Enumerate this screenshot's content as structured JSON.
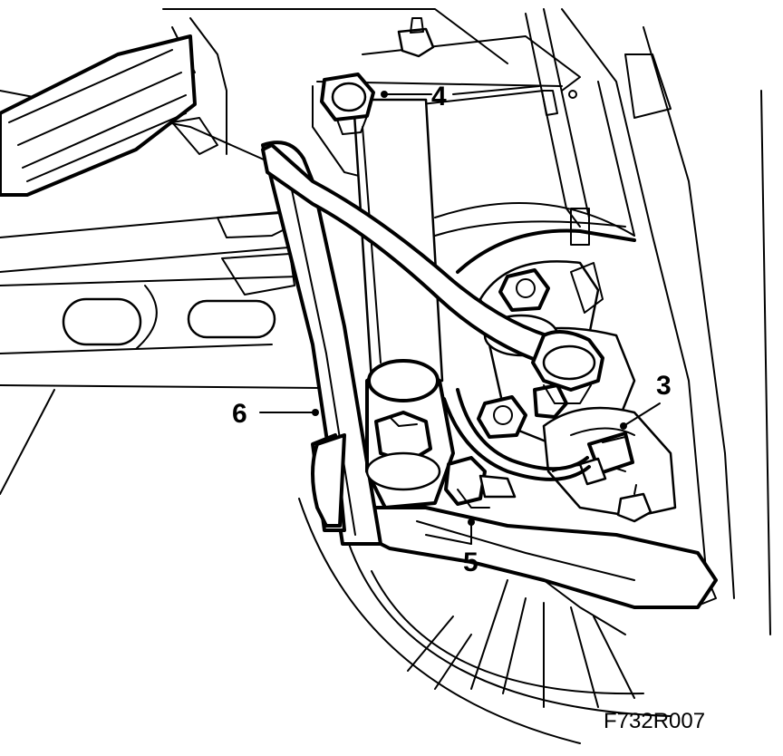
{
  "diagram": {
    "figure_code": "F732R007",
    "callouts": [
      {
        "id": "callout-3",
        "label": "3"
      },
      {
        "id": "callout-4",
        "label": "4"
      },
      {
        "id": "callout-5",
        "label": "5"
      },
      {
        "id": "callout-6",
        "label": "6"
      }
    ]
  }
}
